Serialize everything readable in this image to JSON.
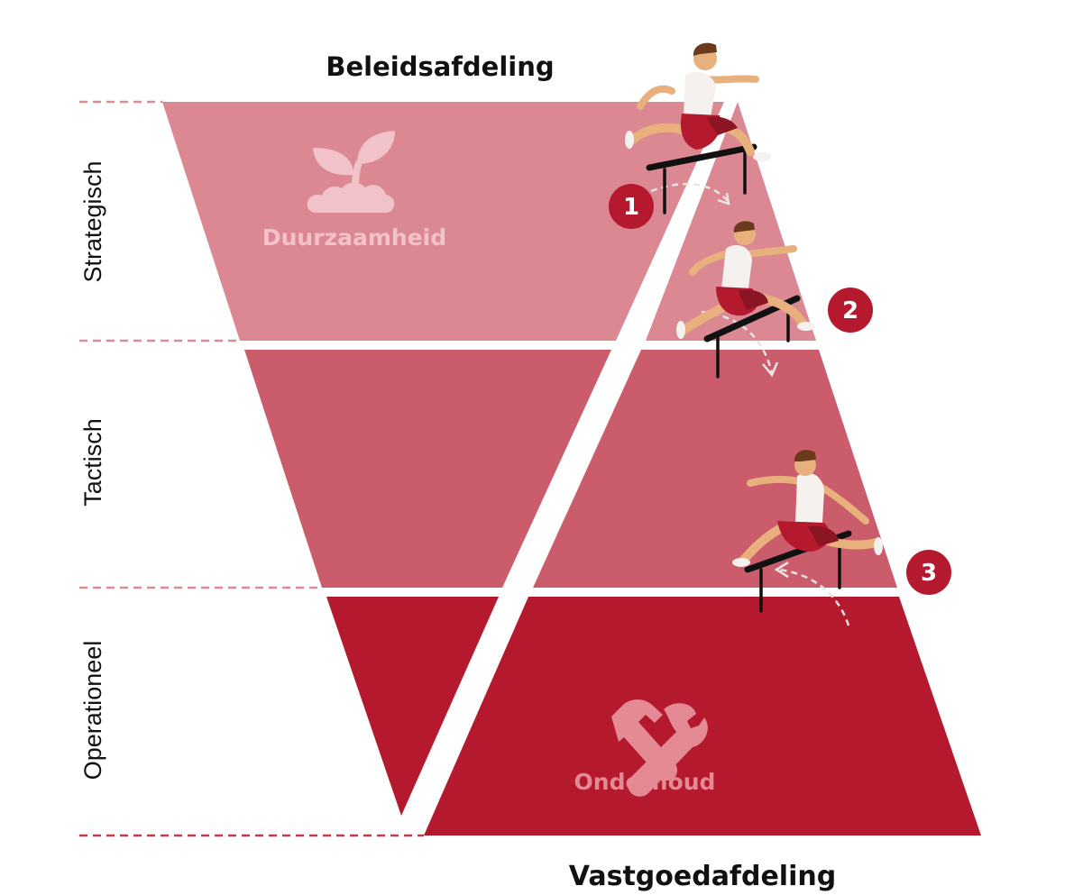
{
  "titles": {
    "top": "Beleidsafdeling",
    "bottom": "Vastgoedafdeling"
  },
  "levels": [
    {
      "label": "Strategisch"
    },
    {
      "label": "Tactisch"
    },
    {
      "label": "Operationeel"
    }
  ],
  "icons": {
    "top": {
      "label": "Duurzaamheid",
      "icon": "sprout-icon"
    },
    "bottom": {
      "label": "Onderhoud",
      "icon": "hammer-wrench-icon"
    }
  },
  "steps": [
    {
      "number": "1"
    },
    {
      "number": "2"
    },
    {
      "number": "3"
    }
  ],
  "colors": {
    "strategic": "#db8893",
    "tactical": "#cb5c6b",
    "operational": "#b5192e",
    "badge": "#b5192e",
    "dashed": "#d98c96",
    "icon_top": "#f1c3c8",
    "icon_bottom": "#e48a94"
  }
}
